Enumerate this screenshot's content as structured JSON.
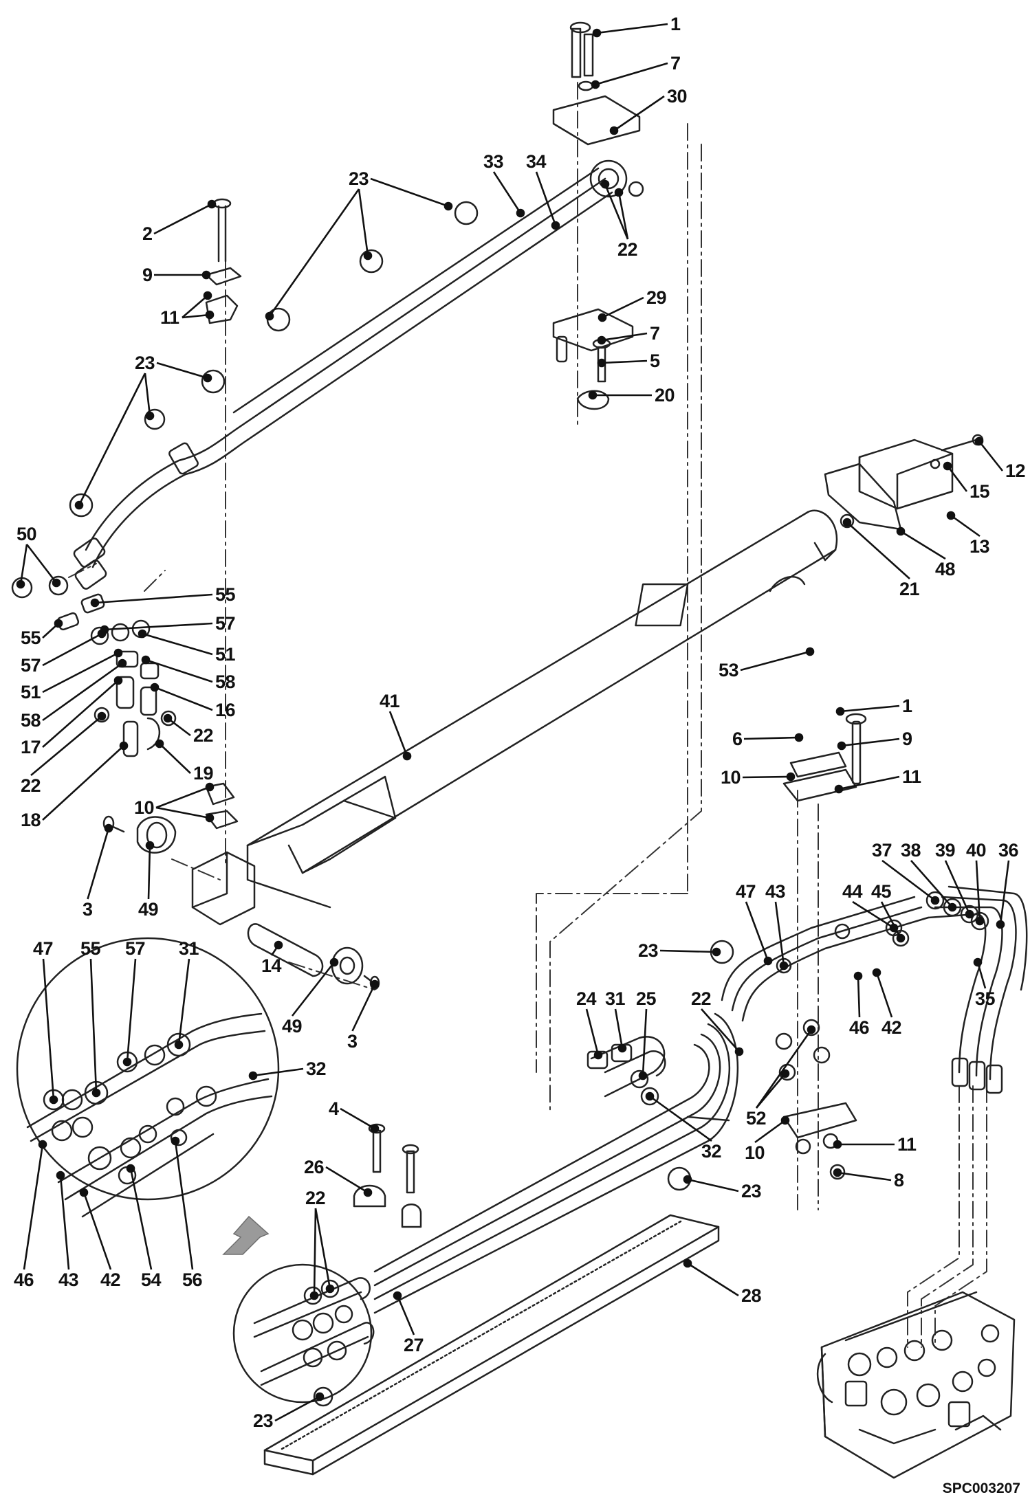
{
  "diagram": {
    "drawing_code": "SPC003207",
    "callouts": [
      "1",
      "7",
      "30",
      "33",
      "34",
      "23",
      "22",
      "2",
      "9",
      "11",
      "29",
      "7",
      "5",
      "20",
      "23",
      "12",
      "15",
      "13",
      "50",
      "48",
      "21",
      "55",
      "57",
      "55",
      "51",
      "57",
      "58",
      "51",
      "16",
      "58",
      "17",
      "22",
      "41",
      "53",
      "1",
      "22",
      "19",
      "6",
      "9",
      "18",
      "10",
      "11",
      "10",
      "3",
      "49",
      "37",
      "38",
      "39",
      "40",
      "36",
      "47",
      "43",
      "44",
      "45",
      "14",
      "23",
      "35",
      "47",
      "55",
      "57",
      "31",
      "46",
      "42",
      "24",
      "31",
      "25",
      "22",
      "49",
      "3",
      "32",
      "52",
      "32",
      "4",
      "10",
      "11",
      "26",
      "8",
      "22",
      "23",
      "28",
      "46",
      "43",
      "42",
      "54",
      "56",
      "27",
      "23"
    ]
  }
}
